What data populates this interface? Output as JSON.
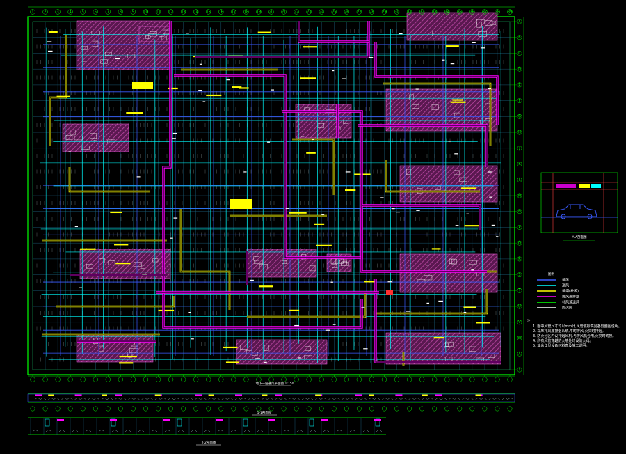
{
  "drawing": {
    "plan_caption": "地下一层通风平面图 1:150",
    "section1_caption": "1-1剖面图",
    "section2_caption": "2-2剖面图",
    "detail_caption": "A-A剖面图"
  },
  "legend": {
    "title": "图例",
    "rows": [
      {
        "color": "#3a5bff",
        "label": "排风"
      },
      {
        "color": "#00ffff",
        "label": "送风"
      },
      {
        "color": "#ffff00",
        "label": "排烟(补风)"
      },
      {
        "color": "#ff00ff",
        "label": "排风兼排烟"
      },
      {
        "color": "#00ff00",
        "label": "补风兼送风"
      },
      {
        "color": "#ffffff",
        "label": "防火阀"
      }
    ]
  },
  "notes": {
    "title": "注:",
    "lines": [
      "1. 图中风管尺寸均以mm计,风管底标高见各剖面图说明。",
      "2. 车库排风兼排烟系统,平时排风,火灾时排烟。",
      "3. 防火分区内设排烟风机,与排风机合用,火灾时切换。",
      "4. 所有风管穿越防火墙处均设防火阀。",
      "5. 其余详见设备材料表及施工说明。"
    ]
  },
  "grid": {
    "columns": [
      "1",
      "2",
      "3",
      "4",
      "5",
      "6",
      "7",
      "8",
      "9",
      "10",
      "11",
      "12",
      "13",
      "14",
      "15",
      "16",
      "17",
      "18",
      "19",
      "20",
      "21",
      "22",
      "23",
      "24",
      "25",
      "26",
      "27",
      "28",
      "29",
      "30",
      "31",
      "32",
      "33",
      "34",
      "35",
      "36",
      "37",
      "38",
      "39"
    ],
    "rows": [
      "A",
      "B",
      "C",
      "D",
      "E",
      "F",
      "G",
      "H",
      "J",
      "K",
      "L",
      "M",
      "N",
      "P",
      "Q",
      "R",
      "S",
      "T",
      "U",
      "V",
      "W",
      "X",
      "Y"
    ]
  },
  "colors": {
    "background": "#000000",
    "axis": "#00ff00",
    "exhaust": "#3a5bff",
    "supply": "#00ffff",
    "smoke": "#ffff00",
    "combined": "#ff00ff",
    "hatch": "#9b2d8a",
    "text": "#ffffff",
    "dim": "#ff4040"
  }
}
